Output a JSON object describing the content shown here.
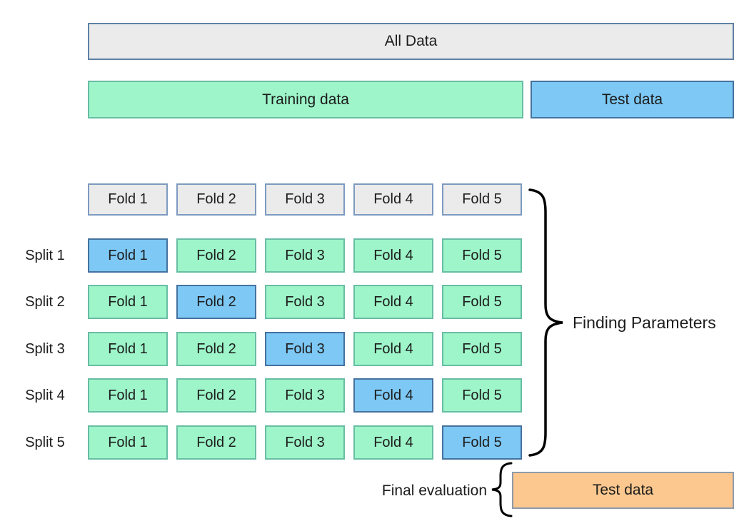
{
  "diagram": {
    "all_data_label": "All Data",
    "training_label": "Training data",
    "test_label": "Test data",
    "fold_headers": [
      "Fold 1",
      "Fold 2",
      "Fold 3",
      "Fold 4",
      "Fold 5"
    ],
    "splits": [
      {
        "label": "Split 1",
        "cells": [
          "Fold 1",
          "Fold 2",
          "Fold 3",
          "Fold 4",
          "Fold 5"
        ],
        "test_fold": "Fold 1"
      },
      {
        "label": "Split 2",
        "cells": [
          "Fold 1",
          "Fold 2",
          "Fold 3",
          "Fold 4",
          "Fold 5"
        ],
        "test_fold": "Fold 2"
      },
      {
        "label": "Split 3",
        "cells": [
          "Fold 1",
          "Fold 2",
          "Fold 3",
          "Fold 4",
          "Fold 5"
        ],
        "test_fold": "Fold 3"
      },
      {
        "label": "Split 4",
        "cells": [
          "Fold 1",
          "Fold 2",
          "Fold 3",
          "Fold 4",
          "Fold 5"
        ],
        "test_fold": "Fold 4"
      },
      {
        "label": "Split 5",
        "cells": [
          "Fold 1",
          "Fold 2",
          "Fold 3",
          "Fold 4",
          "Fold 5"
        ],
        "test_fold": "Fold 5"
      }
    ],
    "finding_parameters_label": "Finding Parameters",
    "final_evaluation_label": "Final evaluation",
    "final_test_label": "Test data"
  },
  "colors": {
    "train-green": "#9df5c9",
    "test-blue": "#7dc8f5",
    "header-gray": "#ebebeb",
    "eval-orange": "#fdc88f",
    "green-border": "#68bda4",
    "blue-border": "#45729f",
    "gray-border": "#5f81a5",
    "gray-light-border": "#7d9ac0",
    "orange-border": "#8e9aab",
    "brace-black": "#000000"
  }
}
